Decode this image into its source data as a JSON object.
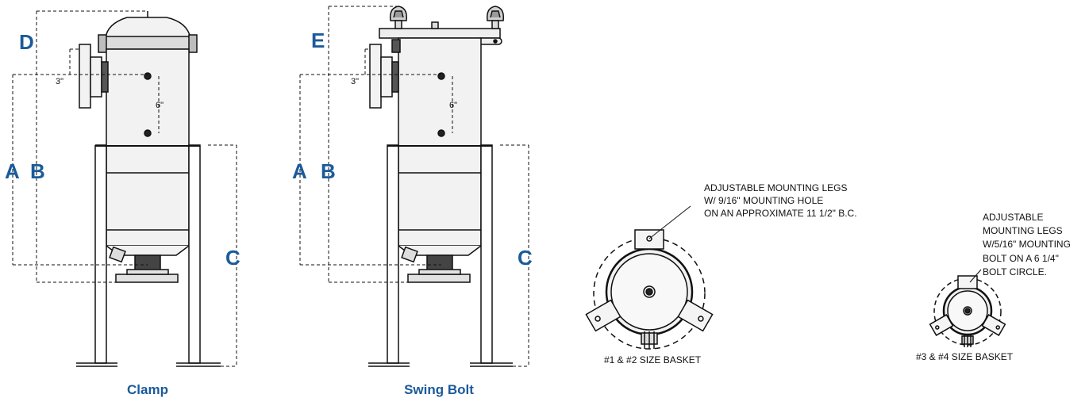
{
  "colors": {
    "accent": "#1b5b9a",
    "line": "#111111",
    "body": "#f2f2f2",
    "band": "#e4e4e4"
  },
  "clamp": {
    "caption": "Clamp",
    "label_top": "D",
    "label_a": "A",
    "label_b": "B",
    "label_c": "C",
    "dim_3": "3\"",
    "dim_6": "6\""
  },
  "swing": {
    "caption": "Swing Bolt",
    "label_top": "E",
    "label_a": "A",
    "label_b": "B",
    "label_c": "C",
    "dim_3": "3\"",
    "dim_6": "6\""
  },
  "large_basket": {
    "caption": "#1 & #2 SIZE BASKET",
    "note": [
      "ADJUSTABLE MOUNTING LEGS",
      "W/ 9/16\" MOUNTING HOLE",
      "ON AN APPROXIMATE 11 1/2\" B.C."
    ]
  },
  "small_basket": {
    "caption": "#3 & #4 SIZE BASKET",
    "note": [
      "ADJUSTABLE",
      "MOUNTING LEGS",
      "W/5/16\" MOUNTING",
      "BOLT ON A 6 1/4\"",
      "BOLT CIRCLE."
    ]
  }
}
